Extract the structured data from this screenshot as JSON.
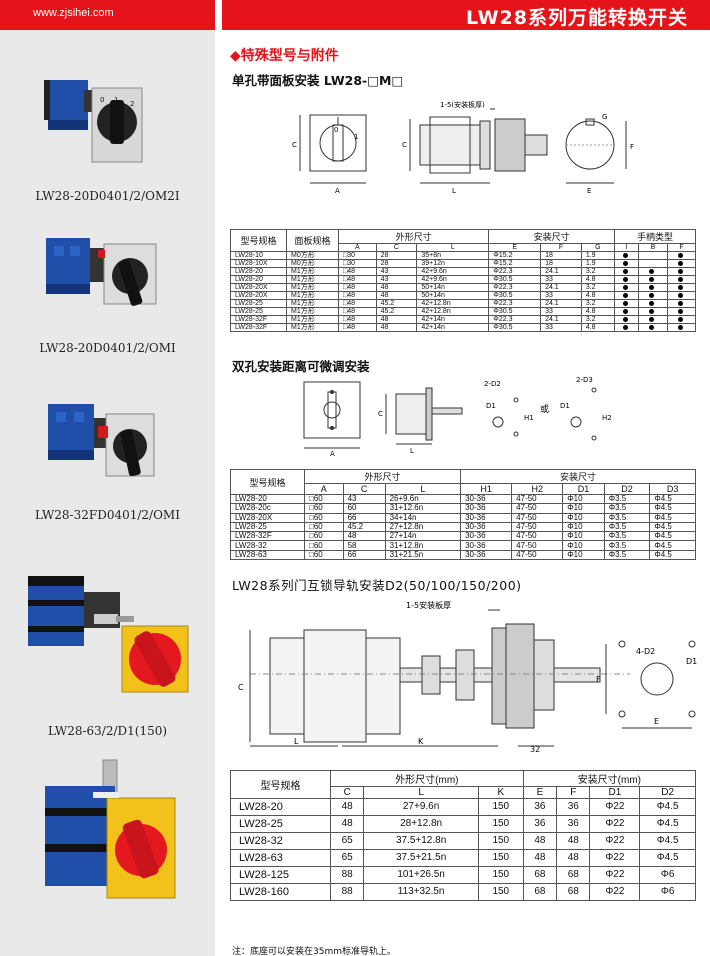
{
  "header": {
    "url": "www.zjsihei.com",
    "title": "LW28系列万能转换开关"
  },
  "products": [
    {
      "label": "LW28-20D0401/2/OM2I"
    },
    {
      "label": "LW28-20D0401/2/OMI"
    },
    {
      "label": "LW28-32FD0401/2/OMI"
    },
    {
      "label": "LW28-63/2/D1(150)"
    }
  ],
  "section": {
    "title": "◆特殊型号与附件"
  },
  "single_hole": {
    "title": "单孔带面板安装 LW28-□M□",
    "diagram": {
      "mount_label": "1-5(安装板厚)",
      "pos0": "0",
      "pos1": "1",
      "dim_A": "A",
      "dim_C": "C",
      "dim_L": "L",
      "dim_G": "G",
      "dim_F": "F",
      "dim_E": "E"
    },
    "table": {
      "h_model": "型号规格",
      "h_panel": "面板规格",
      "h_outer": "外形尺寸",
      "h_install": "安装尺寸",
      "h_handle": "手柄类型",
      "cols": [
        "A",
        "C",
        "L",
        "E",
        "F",
        "G",
        "I",
        "B",
        "F"
      ],
      "rows": [
        {
          "model": "LW28-10",
          "panel": "M0方形",
          "A": "□30",
          "C": "28",
          "L": "35+8n",
          "E": "Φ15.2",
          "F": "18",
          "G": "1.9",
          "I": true,
          "B": false,
          "HF": true
        },
        {
          "model": "LW28-10X",
          "panel": "M0方形",
          "A": "□30",
          "C": "28",
          "L": "39+12n",
          "E": "Φ15.2",
          "F": "18",
          "G": "1.9",
          "I": true,
          "B": false,
          "HF": true
        },
        {
          "model": "LW28-20",
          "panel": "M1方形",
          "A": "□48",
          "C": "43",
          "L": "42+9.6n",
          "E": "Φ22.3",
          "F": "24.1",
          "G": "3.2",
          "I": true,
          "B": true,
          "HF": true
        },
        {
          "model": "LW28-20",
          "panel": "M1方形",
          "A": "□48",
          "C": "43",
          "L": "42+9.6n",
          "E": "Φ30.5",
          "F": "33",
          "G": "4.8",
          "I": true,
          "B": true,
          "HF": true
        },
        {
          "model": "LW28-20X",
          "panel": "M1方形",
          "A": "□48",
          "C": "48",
          "L": "50+14n",
          "E": "Φ22.3",
          "F": "24.1",
          "G": "3.2",
          "I": true,
          "B": true,
          "HF": true
        },
        {
          "model": "LW28-20X",
          "panel": "M1方形",
          "A": "□48",
          "C": "48",
          "L": "50+14n",
          "E": "Φ30.5",
          "F": "33",
          "G": "4.8",
          "I": true,
          "B": true,
          "HF": true
        },
        {
          "model": "LW28-25",
          "panel": "M1方形",
          "A": "□48",
          "C": "45.2",
          "L": "42+12.8n",
          "E": "Φ22.3",
          "F": "24.1",
          "G": "3.2",
          "I": true,
          "B": true,
          "HF": true
        },
        {
          "model": "LW28-25",
          "panel": "M1方形",
          "A": "□48",
          "C": "45.2",
          "L": "42+12.8n",
          "E": "Φ30.5",
          "F": "33",
          "G": "4.8",
          "I": true,
          "B": true,
          "HF": true
        },
        {
          "model": "LW28-32F",
          "panel": "M1方形",
          "A": "□48",
          "C": "48",
          "L": "42+14n",
          "E": "Φ22.3",
          "F": "24.1",
          "G": "3.2",
          "I": true,
          "B": true,
          "HF": true
        },
        {
          "model": "LW28-32F",
          "panel": "M1方形",
          "A": "□48",
          "C": "48",
          "L": "42+14n",
          "E": "Φ30.5",
          "F": "33",
          "G": "4.8",
          "I": true,
          "B": true,
          "HF": true
        }
      ]
    }
  },
  "double_hole": {
    "title": "双孔安装距离可微调安装",
    "diagram": {
      "dim_A": "A",
      "dim_C": "C",
      "dim_L": "L",
      "d2_label": "2-D2",
      "d3_label": "2-D3",
      "d1": "D1",
      "h1": "H1",
      "h2": "H2",
      "or": "或"
    },
    "table": {
      "h_model": "型号规格",
      "h_outer": "外形尺寸",
      "h_install": "安装尺寸",
      "cols": [
        "A",
        "C",
        "L",
        "H1",
        "H2",
        "D1",
        "D2",
        "D3"
      ],
      "rows": [
        {
          "model": "LW28-20",
          "A": "□60",
          "C": "43",
          "L": "26+9.6n",
          "H1": "30-36",
          "H2": "47-50",
          "D1": "Φ10",
          "D2": "Φ3.5",
          "D3": "Φ4.5"
        },
        {
          "model": "LW28-20c",
          "A": "□60",
          "C": "60",
          "L": "31+12.6n",
          "H1": "30-36",
          "H2": "47-50",
          "D1": "Φ10",
          "D2": "Φ3.5",
          "D3": "Φ4.5"
        },
        {
          "model": "LW28-20X",
          "A": "□60",
          "C": "66",
          "L": "34+14n",
          "H1": "30-36",
          "H2": "47-50",
          "D1": "Φ10",
          "D2": "Φ3.5",
          "D3": "Φ4.5"
        },
        {
          "model": "LW28-25",
          "A": "□60",
          "C": "45.2",
          "L": "27+12.8n",
          "H1": "30-36",
          "H2": "47-50",
          "D1": "Φ10",
          "D2": "Φ3.5",
          "D3": "Φ4.5"
        },
        {
          "model": "LW28-32F",
          "A": "□60",
          "C": "48",
          "L": "27+14n",
          "H1": "30-36",
          "H2": "47-50",
          "D1": "Φ10",
          "D2": "Φ3.5",
          "D3": "Φ4.5"
        },
        {
          "model": "LW28-32",
          "A": "□60",
          "C": "58",
          "L": "31+12.8n",
          "H1": "30-36",
          "H2": "47-50",
          "D1": "Φ10",
          "D2": "Φ3.5",
          "D3": "Φ4.5"
        },
        {
          "model": "LW28-63",
          "A": "□60",
          "C": "66",
          "L": "31+21.5n",
          "H1": "30-36",
          "H2": "47-50",
          "D1": "Φ10",
          "D2": "Φ3.5",
          "D3": "Φ4.5"
        }
      ]
    }
  },
  "rail": {
    "title": "LW28系列门互锁导轨安装D2(50/100/150/200)",
    "diagram": {
      "mount_label": "1-5安装板厚",
      "dim_C": "C",
      "dim_L": "L",
      "dim_K": "K",
      "dim_32": "32",
      "d2_label": "4-D2",
      "d1": "D1",
      "dim_F": "F",
      "dim_E": "E"
    },
    "table": {
      "h_model": "型号规格",
      "h_outer": "外形尺寸(mm)",
      "h_install": "安装尺寸(mm)",
      "cols": [
        "C",
        "L",
        "K",
        "E",
        "F",
        "D1",
        "D2"
      ],
      "rows": [
        {
          "model": "LW28-20",
          "C": "48",
          "L": "27+9.6n",
          "K": "150",
          "E": "36",
          "F": "36",
          "D1": "Φ22",
          "D2": "Φ4.5"
        },
        {
          "model": "LW28-25",
          "C": "48",
          "L": "28+12.8n",
          "K": "150",
          "E": "36",
          "F": "36",
          "D1": "Φ22",
          "D2": "Φ4.5"
        },
        {
          "model": "LW28-32",
          "C": "65",
          "L": "37.5+12.8n",
          "K": "150",
          "E": "48",
          "F": "48",
          "D1": "Φ22",
          "D2": "Φ4.5"
        },
        {
          "model": "LW28-63",
          "C": "65",
          "L": "37.5+21.5n",
          "K": "150",
          "E": "48",
          "F": "48",
          "D1": "Φ22",
          "D2": "Φ4.5"
        },
        {
          "model": "LW28-125",
          "C": "88",
          "L": "101+26.5n",
          "K": "150",
          "E": "68",
          "F": "68",
          "D1": "Φ22",
          "D2": "Φ6"
        },
        {
          "model": "LW28-160",
          "C": "88",
          "L": "113+32.5n",
          "K": "150",
          "E": "68",
          "F": "68",
          "D1": "Φ22",
          "D2": "Φ6"
        }
      ]
    }
  },
  "footnote": "注：底座可以安装在35mm标准导轨上。"
}
